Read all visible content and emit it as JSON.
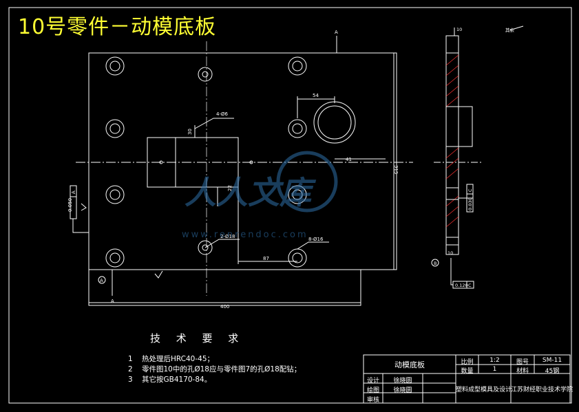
{
  "title": "10号零件－动模底板",
  "dims": {
    "d54": "54",
    "d41": "41",
    "d315": "315",
    "d87": "87",
    "d400": "400",
    "d30": "30",
    "d22": "22",
    "d10": "10",
    "d10b": "10"
  },
  "section_mark": "A",
  "callouts": {
    "holes4": "4-Ø6",
    "holes2": "2-Ø18",
    "holes8": "8-Ø16",
    "tol_flat": "0.050",
    "tol_perp": "0.030",
    "tol_par": "0.120",
    "datum": "A",
    "datum_c": "C",
    "datum_b": "B",
    "rough": "其余"
  },
  "watermark": {
    "text": "人人文库",
    "url": "www.renrendoc.com"
  },
  "requirements": {
    "heading": "技 术 要 求",
    "items": [
      {
        "num": "1",
        "text": "热处理后HRC40-45；"
      },
      {
        "num": "2",
        "text": "零件图10中的孔Ø18应与零件图7的孔Ø18配钻；"
      },
      {
        "num": "3",
        "text": "其它按GB4170-84。"
      }
    ]
  },
  "title_block": {
    "part_name": "动模底板",
    "scale_label": "比例",
    "scale_value": "1:2",
    "drawing_no_label": "图号",
    "drawing_no_value": "SM-11",
    "qty_label": "数量",
    "qty_value": "1",
    "material_label": "材料",
    "material_value": "45钢",
    "design_label": "设计",
    "design_value": "徐晓圆",
    "draw_label": "绘图",
    "draw_value": "徐晓圆",
    "review_label": "审核",
    "review_value": "",
    "project": "塑料成型模具及设计",
    "school": "江苏财经职业技术学院"
  }
}
